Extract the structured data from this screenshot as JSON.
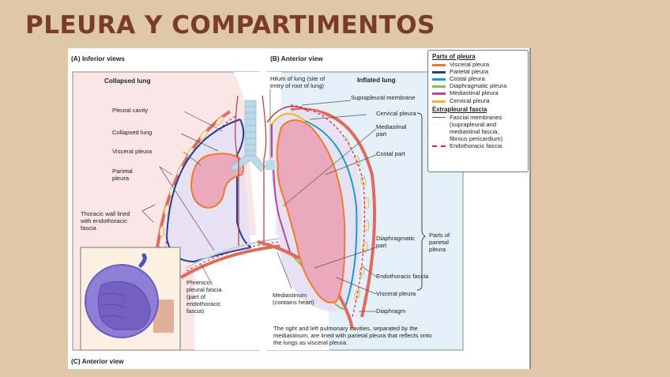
{
  "slide": {
    "title": "PLEURA Y COMPARTIMENTOS",
    "colors": {
      "background": "#dfc8a8",
      "title": "#7a3b2c"
    }
  },
  "figure": {
    "panel_a": {
      "heading": "(A) Inferior views",
      "subtitle": "Collapsed lung",
      "labels": {
        "pleural_cavity": "Pleural cavity",
        "collapsed_lung": "Collapsed lung",
        "visceral_pleura": "Visceral pleura",
        "parietal_pleura_1": "Parietal",
        "parietal_pleura_2": "pleura",
        "thoracic_wall_1": "Thoracic wall lined",
        "thoracic_wall_2": "with endothoracic",
        "thoracic_wall_3": "fascia",
        "phrenico_1": "Phrenico-",
        "phrenico_2": "pleural fascia",
        "phrenico_3": "(part of",
        "phrenico_4": "endothoracic",
        "phrenico_5": "fascia)"
      }
    },
    "panel_b": {
      "heading": "(B) Anterior view",
      "subtitle": "Inflated lung",
      "labels": {
        "hilum_1": "Hilum of lung (site of",
        "hilum_2": "entry of root of lung)",
        "suprapleural_membrane": "Suprapleural membrane",
        "cervical_pleura": "Cervical pleura",
        "mediastinal_part_1": "Mediastinal",
        "mediastinal_part_2": "part",
        "costal_part": "Costal part",
        "diaphragmatic_part_1": "Diaphragmatic",
        "diaphragmatic_part_2": "part",
        "parts_of_parietal_1": "Parts of",
        "parts_of_parietal_2": "parietal",
        "parts_of_parietal_3": "pleura",
        "endothoracic_fascia": "Endothoracic fascia",
        "visceral_pleura": "Visceral pleura",
        "diaphragm": "Diaphragm",
        "mediastinum_1": "Mediastinum",
        "mediastinum_2": "(contains heart)"
      },
      "caption_1": "The right and left pulmonary cavities, separated by the",
      "caption_2": "mediastinum, are lined with parietal pleura that reflects onto",
      "caption_3": "the lungs as visceral pleura."
    },
    "panel_c": {
      "heading": "(C) Anterior view"
    },
    "legend": {
      "section_1": "Parts of pleura",
      "items_1": [
        {
          "label": "Visceral pleura",
          "color": "#f07a2a"
        },
        {
          "label": "Parietal pleura",
          "color": "#1f3f99"
        },
        {
          "label": "Costal pleura",
          "color": "#1c9bc4"
        },
        {
          "label": "Diaphragmatic pleura",
          "color": "#7cc444"
        },
        {
          "label": "Mediastinal pleura",
          "color": "#b8479a"
        },
        {
          "label": "Cervical pleura",
          "color": "#f5b324"
        }
      ],
      "section_2": "Extrapleural fascia",
      "items_2": [
        {
          "label_1": "Fascial membranes",
          "label_2": "(suprapleural and",
          "label_3": "mediastinal fascia,",
          "label_4": "fibrous pericardium)",
          "color": "#c8323a"
        },
        {
          "label": "Endothoracic fascia",
          "color": "#d42a3a"
        }
      ]
    }
  }
}
